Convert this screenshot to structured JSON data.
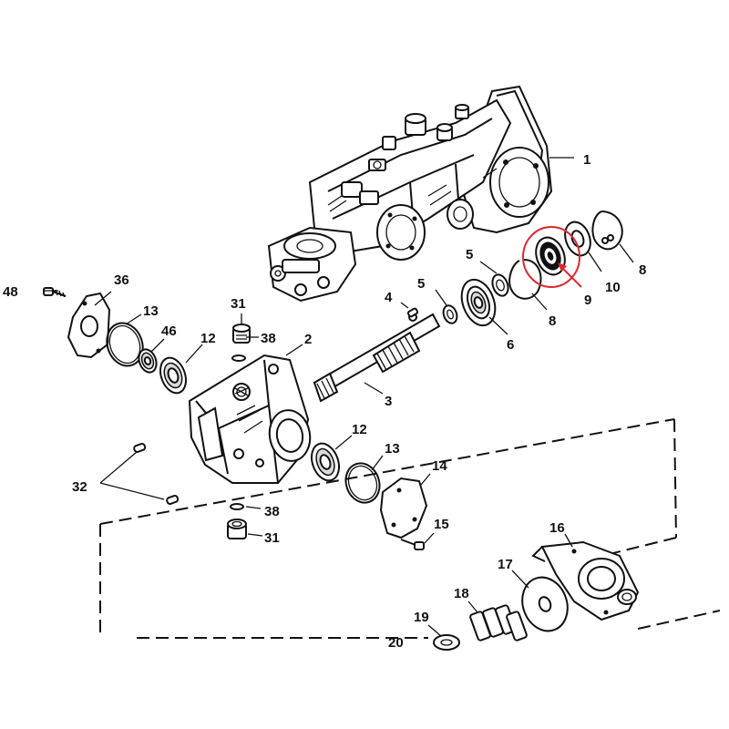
{
  "diagram": {
    "callouts": [
      {
        "id": "c1",
        "label": "1"
      },
      {
        "id": "c2",
        "label": "2"
      },
      {
        "id": "c3",
        "label": "3"
      },
      {
        "id": "c4",
        "label": "4"
      },
      {
        "id": "c5a",
        "label": "5"
      },
      {
        "id": "c5b",
        "label": "5"
      },
      {
        "id": "c6",
        "label": "6"
      },
      {
        "id": "c8a",
        "label": "8"
      },
      {
        "id": "c8b",
        "label": "8"
      },
      {
        "id": "c9",
        "label": "9"
      },
      {
        "id": "c10",
        "label": "10"
      },
      {
        "id": "c12a",
        "label": "12"
      },
      {
        "id": "c12b",
        "label": "12"
      },
      {
        "id": "c13a",
        "label": "13"
      },
      {
        "id": "c13b",
        "label": "13"
      },
      {
        "id": "c14",
        "label": "14"
      },
      {
        "id": "c15",
        "label": "15"
      },
      {
        "id": "c16",
        "label": "16"
      },
      {
        "id": "c17",
        "label": "17"
      },
      {
        "id": "c18",
        "label": "18"
      },
      {
        "id": "c19",
        "label": "19"
      },
      {
        "id": "c20",
        "label": "20"
      },
      {
        "id": "c31a",
        "label": "31"
      },
      {
        "id": "c31b",
        "label": "31"
      },
      {
        "id": "c32",
        "label": "32"
      },
      {
        "id": "c36",
        "label": "36"
      },
      {
        "id": "c38a",
        "label": "38"
      },
      {
        "id": "c38b",
        "label": "38"
      },
      {
        "id": "c46",
        "label": "46"
      },
      {
        "id": "c48",
        "label": "48"
      }
    ],
    "highlight": {
      "color": "#e0262e",
      "target": "9"
    }
  }
}
